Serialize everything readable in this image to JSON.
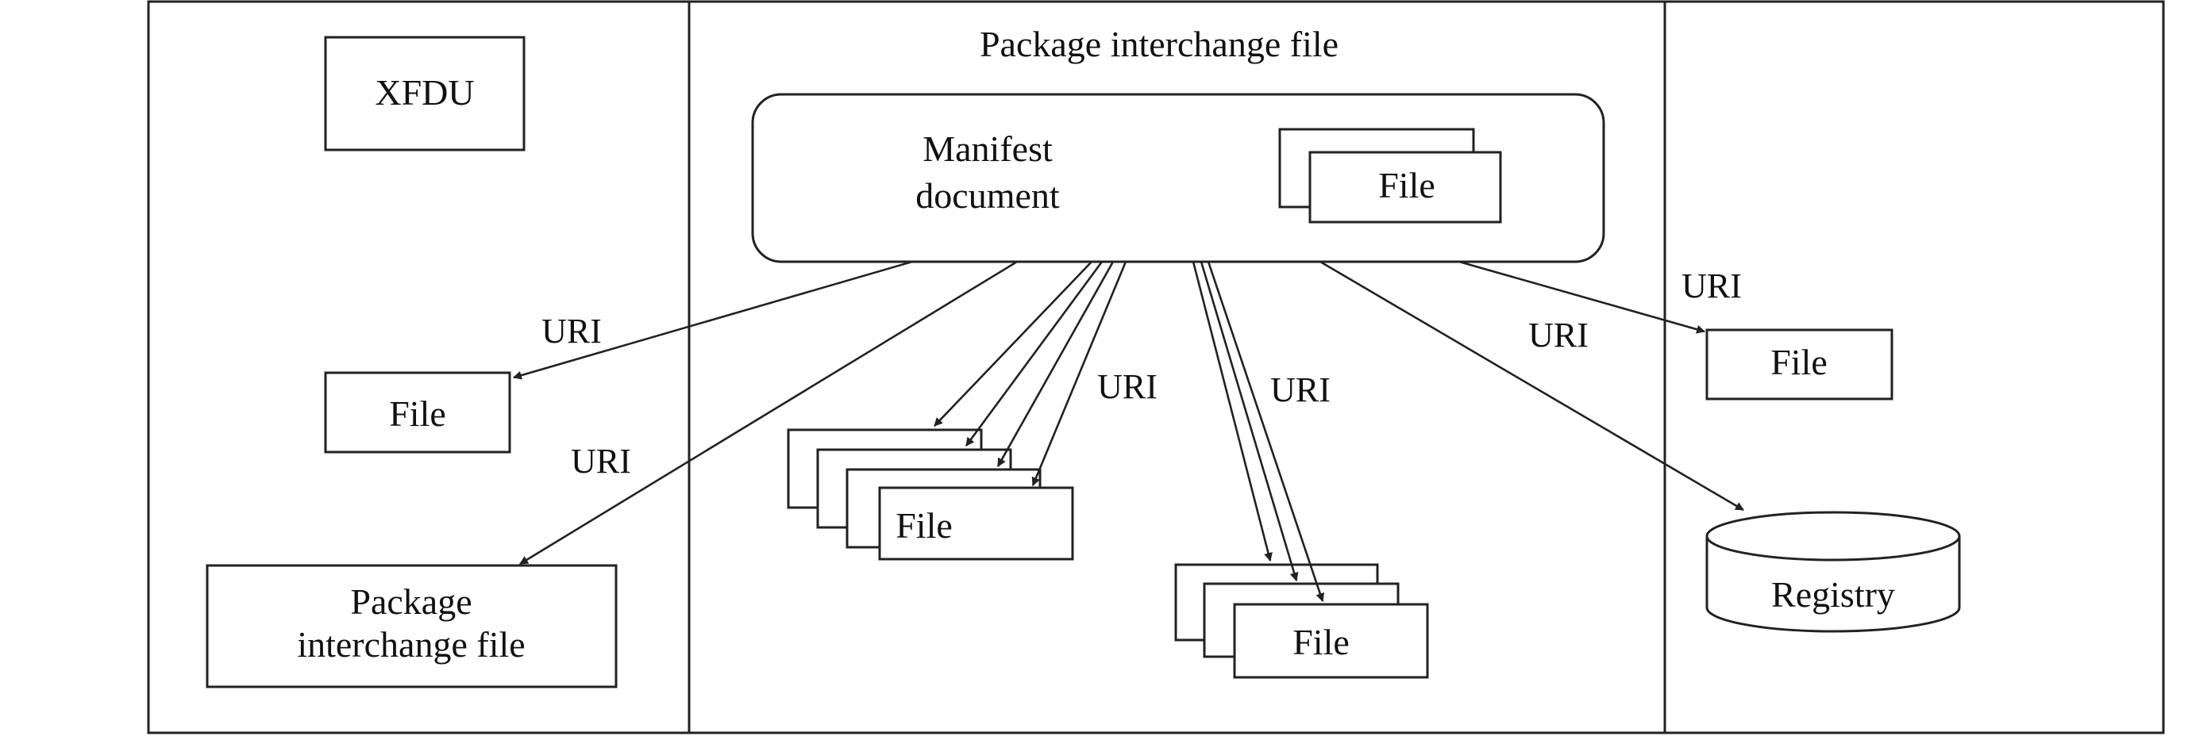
{
  "diagram": {
    "title": "Package interchange file",
    "manifest_label_line1": "Manifest",
    "manifest_label_line2": "document",
    "file_label": "File",
    "uri_label": "URI",
    "xfdu_label": "XFDU",
    "pkg_line1": "Package",
    "pkg_line2": "interchange file",
    "registry_label": "Registry",
    "colors": {
      "stroke": "#222222",
      "background": "#ffffff"
    }
  }
}
